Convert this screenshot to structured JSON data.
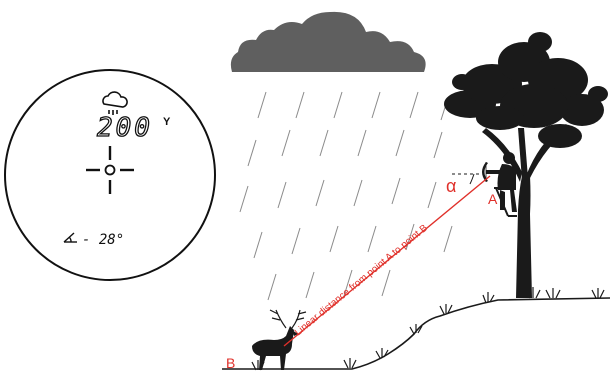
{
  "scope_display": {
    "weather_icon": "rain-cloud-icon",
    "distance_value": "200",
    "distance_unit": "Y",
    "angle_icon": "angle-icon",
    "angle_value": "- 28°",
    "reticle_icon": "crosshair-icon"
  },
  "scene": {
    "point_a_label": "A",
    "point_b_label": "B",
    "angle_symbol": "α",
    "line_label": "Linear distance from point A to point B",
    "line_color": "#e0302a",
    "silhouette_color": "#1a1a1a",
    "cloud_color": "#5f5f5f",
    "rain_color": "#8a8a8a"
  }
}
